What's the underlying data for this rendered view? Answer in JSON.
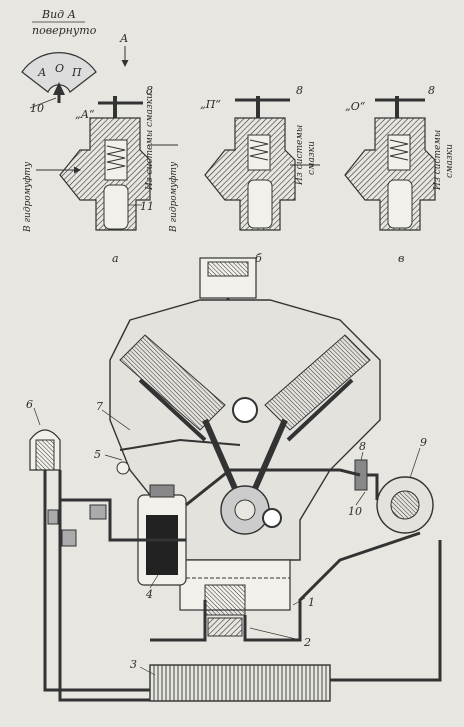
{
  "view": {
    "title_top": "Вид А",
    "title_bottom": "повернуто",
    "arrow_label": "А",
    "dial_marks": [
      "А",
      "О",
      "П"
    ]
  },
  "valves": [
    {
      "mode_label": "„А“",
      "caption": "а",
      "callout_top": "8",
      "callout_side": "10",
      "callout_bottom": "11",
      "left_text": "В гидромуфту",
      "right_text_1": "Из системы смазки",
      "right_text_2": "В гидромуфту"
    },
    {
      "mode_label": "„П“",
      "caption": "б",
      "callout_top": "8",
      "right_text_1": "Из системы",
      "right_text_2": "смазки"
    },
    {
      "mode_label": "„О“",
      "caption": "в",
      "callout_top": "8",
      "right_text_1": "Из системы",
      "right_text_2": "смазки"
    }
  ],
  "engine_callouts": [
    "1",
    "2",
    "3",
    "4",
    "5",
    "6",
    "7",
    "8",
    "9",
    "10"
  ]
}
